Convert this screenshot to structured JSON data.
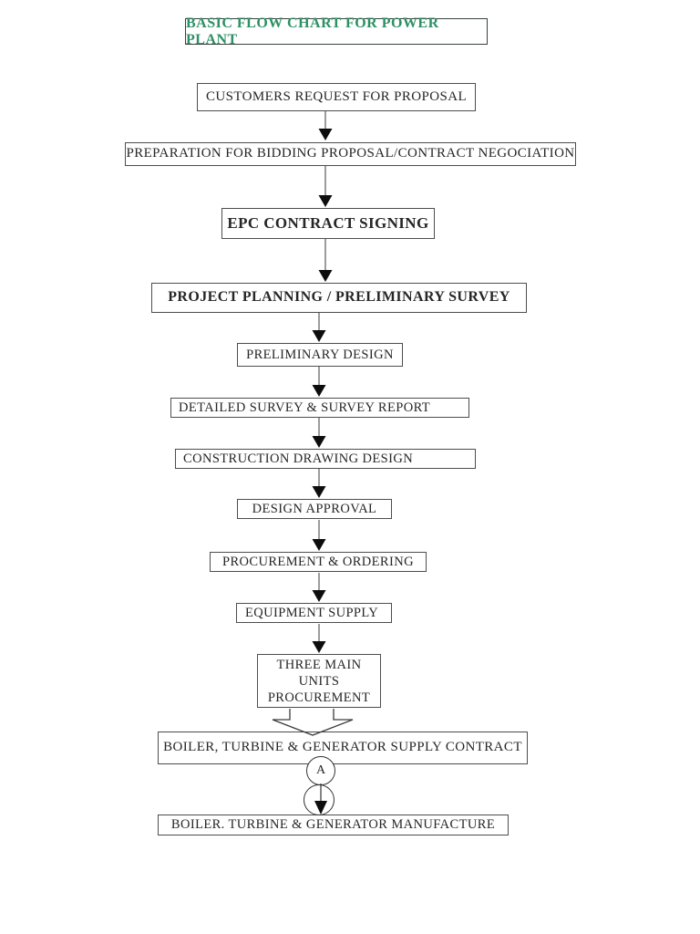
{
  "title": {
    "label": "BASIC FLOW CHART FOR POWER PLANT",
    "text_color": "#2e9065",
    "border_color": "#38423c"
  },
  "flow": {
    "nodes": [
      {
        "id": "customers-request",
        "label": "CUSTOMERS REQUEST FOR PROPOSAL"
      },
      {
        "id": "bidding-preparation",
        "label": "PREPARATION FOR BIDDING PROPOSAL/CONTRACT NEGOCIATION"
      },
      {
        "id": "epc-contract-signing",
        "label": "EPC CONTRACT SIGNING"
      },
      {
        "id": "project-planning",
        "label": "PROJECT PLANNING / PRELIMINARY SURVEY"
      },
      {
        "id": "preliminary-design",
        "label": "PRELIMINARY DESIGN"
      },
      {
        "id": "detailed-survey",
        "label": "DETAILED SURVEY & SURVEY REPORT"
      },
      {
        "id": "construction-drawing-design",
        "label": "CONSTRUCTION DRAWING DESIGN"
      },
      {
        "id": "design-approval",
        "label": "DESIGN APPROVAL"
      },
      {
        "id": "procurement-ordering",
        "label": "PROCUREMENT & ORDERING"
      },
      {
        "id": "equipment-supply",
        "label": "EQUIPMENT SUPPLY"
      },
      {
        "id": "three-main-units",
        "label": "THREE MAIN\nUNITS\nPROCUREMENT"
      },
      {
        "id": "btg-supply-contract",
        "label": "BOILER, TURBINE & GENERATOR SUPPLY CONTRACT"
      },
      {
        "id": "btg-manufacture",
        "label": "BOILER. TURBINE & GENERATOR MANUFACTURE"
      }
    ],
    "connector": {
      "label": "A"
    }
  },
  "colors": {
    "background": "#ffffff",
    "box_border": "#4d4d4d",
    "text": "#262626",
    "arrow_line": "#5a5a5a",
    "arrow_head": "#0d0d0d"
  }
}
